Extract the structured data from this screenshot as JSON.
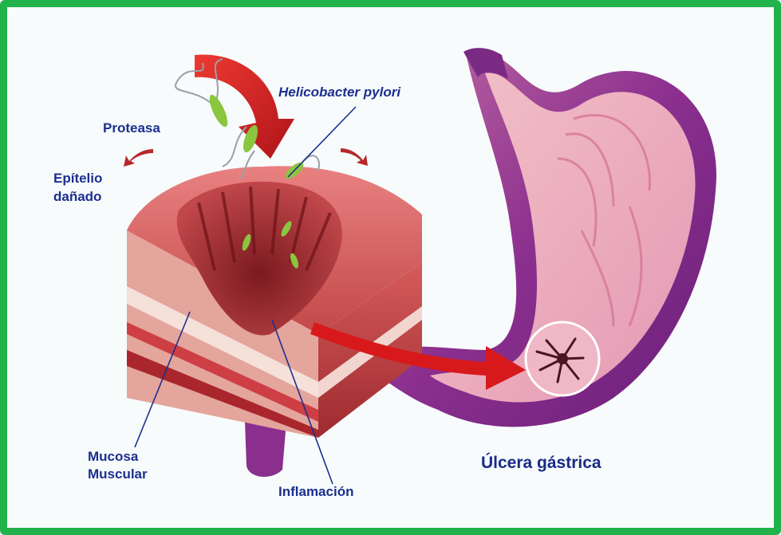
{
  "labels": {
    "helicobacter": "Helicobacter pylori",
    "proteasa": "Proteasa",
    "epitelio_line1": "Epítelio",
    "epitelio_line2": "dañado",
    "mucosa_line1": "Mucosa",
    "mucosa_line2": "Muscular",
    "inflamacion": "Inflamación",
    "ulcera": "Úlcera gástrica"
  },
  "colors": {
    "frame": "#22b24c",
    "label_text": "#1c2f8f",
    "arrow_red": "#d8191c",
    "stomach_purple": "#8a2f8e",
    "stomach_pink": "#e7a1bd",
    "bacteria_green": "#86c23c",
    "tissue_red": "#b73a3d"
  }
}
